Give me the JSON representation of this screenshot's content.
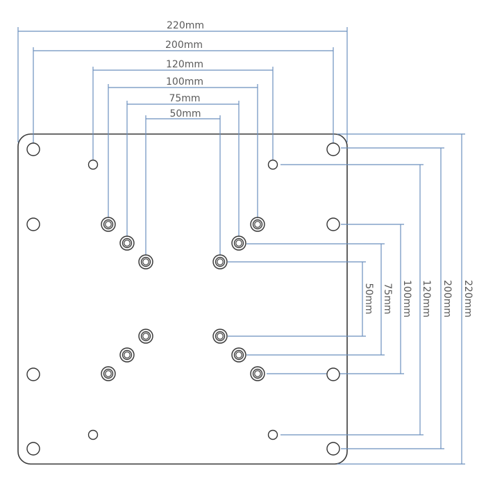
{
  "colors": {
    "dimension": "#6b8fbd",
    "plate_stroke": "#3a3a3a",
    "hole_stroke": "#333333",
    "label": "#5a5a5a"
  },
  "horizontal_dimensions": [
    {
      "label": "220mm"
    },
    {
      "label": "200mm"
    },
    {
      "label": "120mm"
    },
    {
      "label": "100mm"
    },
    {
      "label": "75mm"
    },
    {
      "label": "50mm"
    }
  ],
  "vertical_dimensions": [
    {
      "label": "50mm"
    },
    {
      "label": "75mm"
    },
    {
      "label": "100mm"
    },
    {
      "label": "120mm"
    },
    {
      "label": "200mm"
    },
    {
      "label": "220mm"
    }
  ]
}
